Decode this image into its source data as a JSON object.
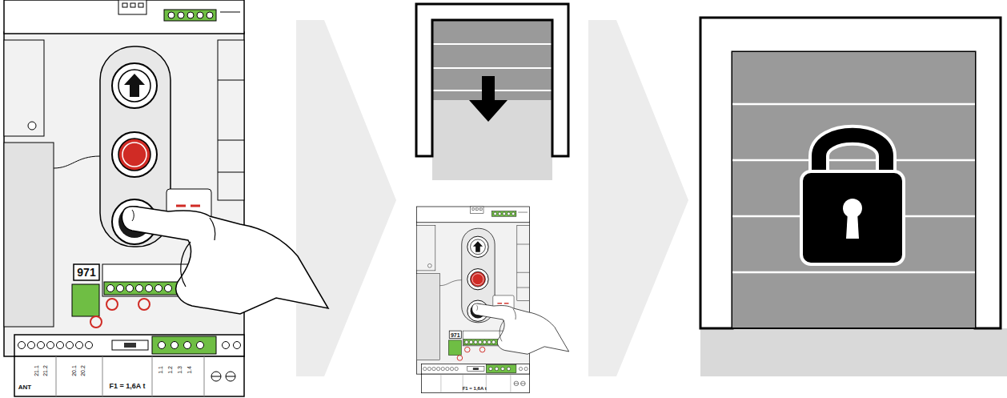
{
  "diagram": {
    "labels": [
      "971",
      "ANT",
      "21.1",
      "21.2",
      "20.1",
      "20.2",
      "F1 = 1,6A t",
      "1.1",
      "1.2",
      "1.3",
      "1.4",
      "971",
      "F1 = 1,6A t"
    ]
  }
}
